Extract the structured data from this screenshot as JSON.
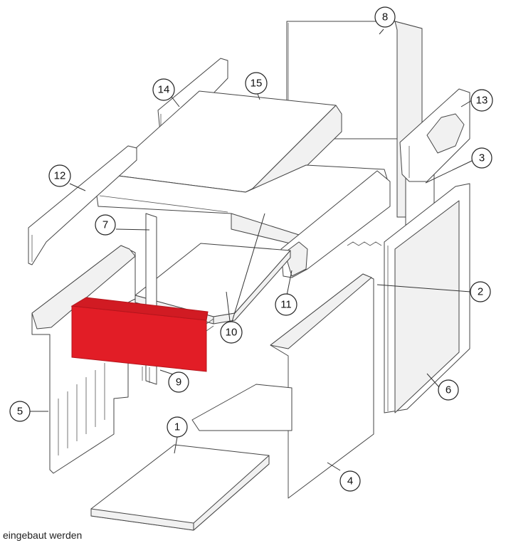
{
  "highlight_color": "#e21d26",
  "callouts": [
    "1",
    "2",
    "3",
    "4",
    "5",
    "6",
    "7",
    "8",
    "9",
    "10",
    "11",
    "12",
    "13",
    "14",
    "15"
  ],
  "footer_text": "l eingebaut werden"
}
